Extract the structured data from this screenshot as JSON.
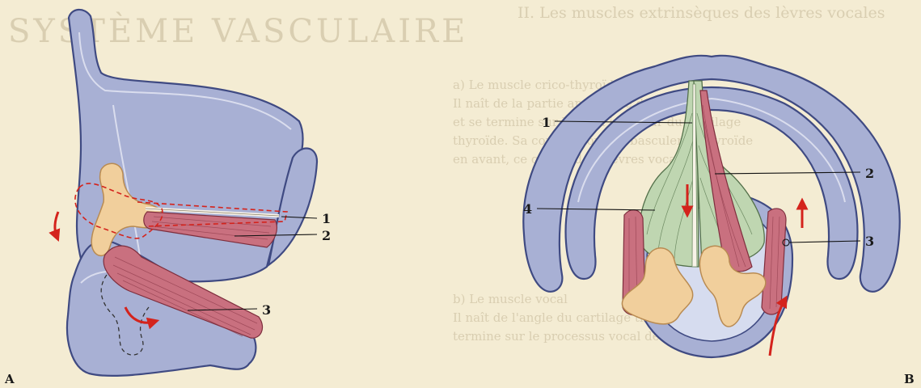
{
  "background_text": {
    "heading": "II. Les muscles extrinsèques des lèvres vocales",
    "banner": "SYSTÈME VASCULAIRE",
    "lines": [
      "a) Le muscle crico-thyroïdien",
      "Il naît de la partie antérieure de l'arc cricoïdien",
      "et se termine sur le bord inférieur du cartilage",
      "thyroïde. Sa contraction fait basculer le thyroïde",
      "en avant, ce qui tend les lèvres vocales.",
      "b) Le muscle vocal",
      "Il naît de l'angle du cartilage thyroïde et se",
      "termine sur le processus vocal de l'aryténoïde."
    ]
  },
  "figure_a": {
    "panel_label": "A",
    "callouts": [
      "1",
      "2",
      "3"
    ]
  },
  "figure_b": {
    "panel_label": "B",
    "callouts": [
      "1",
      "2",
      "3",
      "4"
    ]
  },
  "colors": {
    "cartilage": "#a8b0d4",
    "cartilage_outline": "#3f4a82",
    "arytenoid": "#f1cf9c",
    "muscle": "#c9707f",
    "vocal_fold": "#bfd6b1",
    "arrow": "#d4231c",
    "paper": "#f4ecd3"
  }
}
